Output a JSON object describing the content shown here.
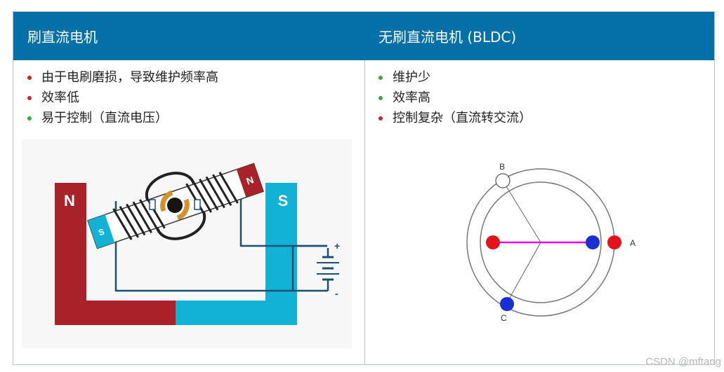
{
  "left": {
    "title": "刷直流电机",
    "items": [
      {
        "text": "由于电刷磨损，导致维护频率高",
        "status": "red"
      },
      {
        "text": "效率低",
        "status": "red"
      },
      {
        "text": "易于控制（直流电压）",
        "status": "green"
      }
    ],
    "diagram": {
      "magnet_left_label": "N",
      "magnet_right_label": "S",
      "rotor_end_left_label": "S",
      "rotor_end_right_label": "N",
      "battery_plus": "+",
      "battery_minus": "-"
    }
  },
  "right": {
    "title": "无刷直流电机 (BLDC)",
    "items": [
      {
        "text": "维护少",
        "status": "green"
      },
      {
        "text": "效率高",
        "status": "green"
      },
      {
        "text": "控制复杂（直流转交流）",
        "status": "red"
      }
    ],
    "diagram": {
      "label_a": "A",
      "label_b": "B",
      "label_c": "C"
    }
  },
  "colors": {
    "header_bg": "#0370a8",
    "magnet_red": "#a92229",
    "magnet_blue": "#12b2d6",
    "wire": "#1a5170",
    "bullet_red": "#d0232a",
    "bullet_green": "#3aa845",
    "pole_red": "#e3121b",
    "pole_blue": "#1a2ed6",
    "axis_magenta": "#e600e6"
  },
  "watermark": "CSDN @mftang"
}
